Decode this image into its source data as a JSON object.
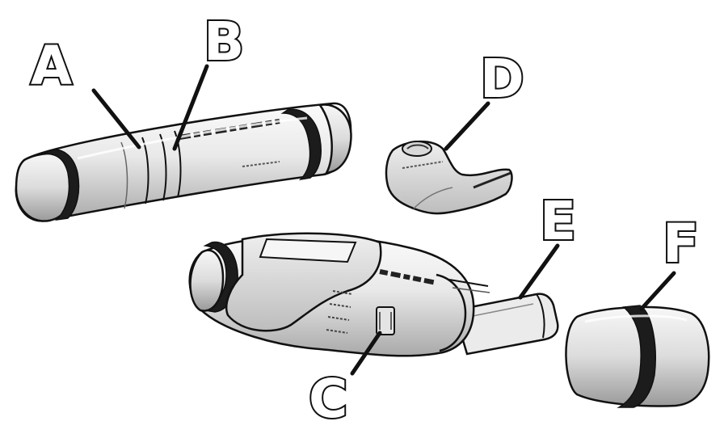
{
  "callouts": [
    {
      "id": "A",
      "label": "A"
    },
    {
      "id": "B",
      "label": "B"
    },
    {
      "id": "C",
      "label": "C"
    },
    {
      "id": "D",
      "label": "D"
    },
    {
      "id": "E",
      "label": "E"
    },
    {
      "id": "F",
      "label": "F"
    }
  ],
  "colors": {
    "outline": "#111111",
    "body_light": "#f2f2f2",
    "body_mid": "#d4d4d4",
    "body_shadow": "#9e9e9e",
    "band": "#1c1c1c"
  }
}
